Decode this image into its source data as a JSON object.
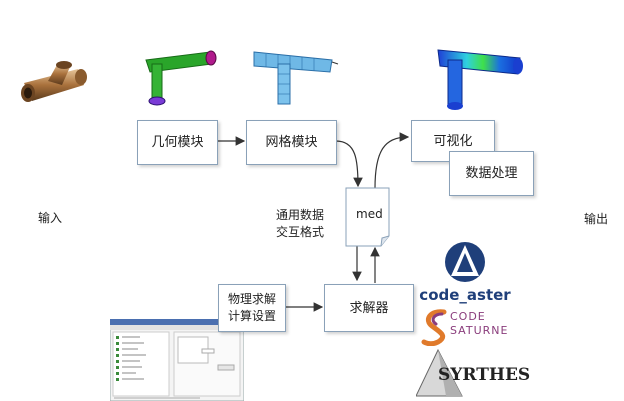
{
  "labels": {
    "input": "输入",
    "output": "输出",
    "geometry_module": "几何模块",
    "mesh_module": "网格模块",
    "visualization": "可视化",
    "data_processing": "数据处理",
    "med_format": "通用数据\n交互格式",
    "med": "med",
    "physics_setup": "物理求解\n计算设置",
    "solver": "求解器"
  },
  "logos": {
    "code_aster": "code_aster",
    "code_saturne_line1": "CODE",
    "code_saturne_line2": "SATURNE",
    "syrthes": "SYRTHES"
  },
  "colors": {
    "arrow": "#333333",
    "box_border": "#8aa1b8",
    "aster_blue": "#1f3f7a",
    "saturne_purple": "#8a3d7c",
    "saturne_orange": "#e07a2b"
  },
  "icons": {
    "input_part": "brass-tee-fitting-icon",
    "geometry_model": "green-tee-geometry-icon",
    "mesh_model": "blue-tee-mesh-icon",
    "result_model": "colored-tee-result-icon",
    "setup_window": "solver-settings-window-icon"
  }
}
